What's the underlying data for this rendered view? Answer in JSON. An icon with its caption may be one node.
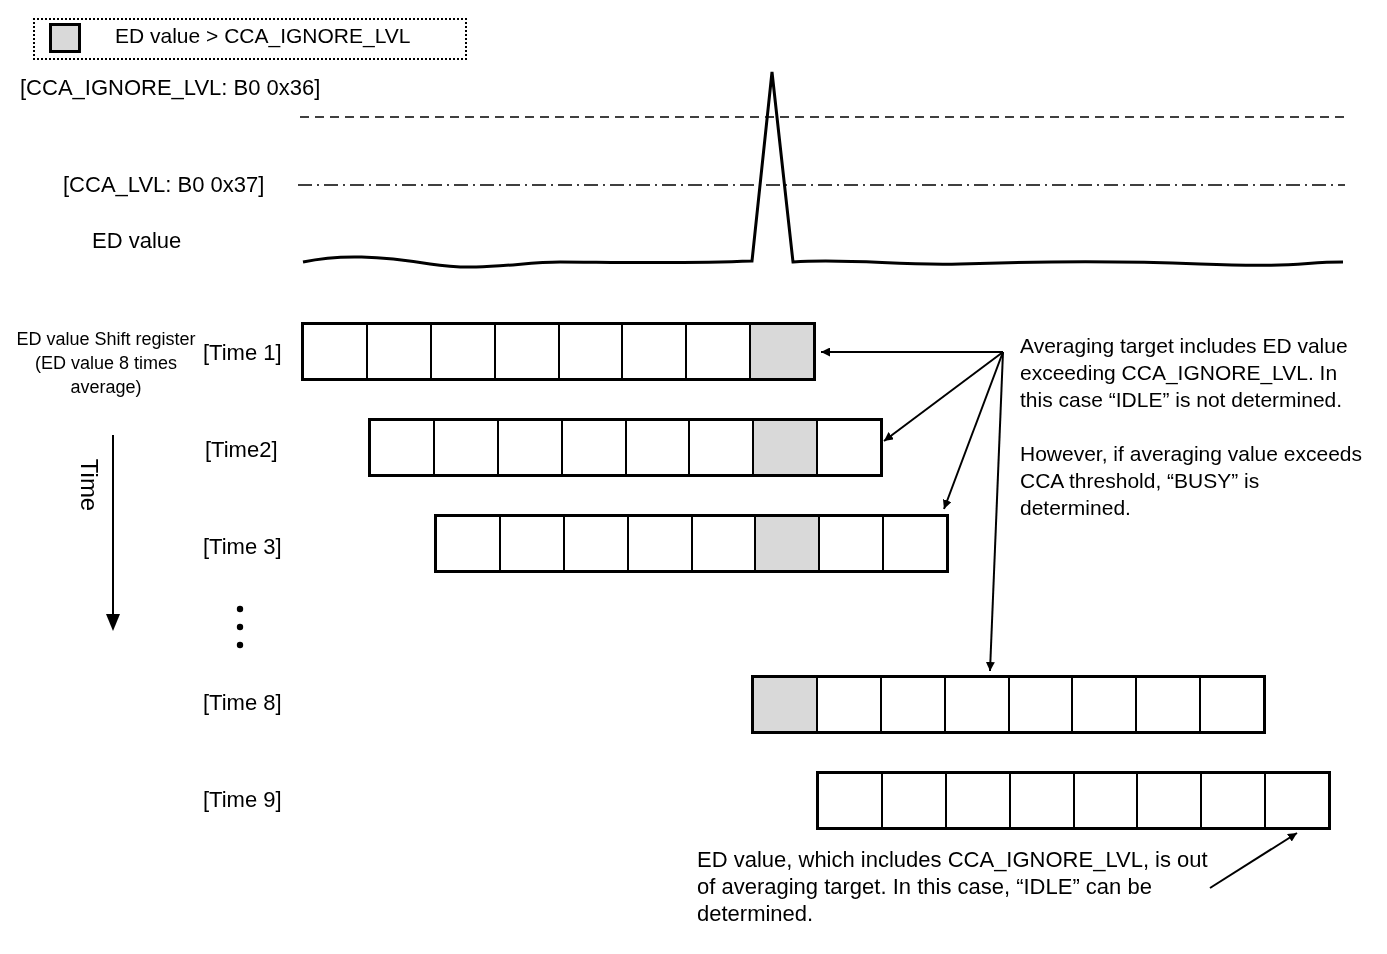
{
  "diagram": {
    "nodes": [
      {
        "text": [],
        "shape": "box"
      },
      {
        "text": [
          "Averaging target includes ED value exceeding CCA_IGNORE_LVL. In this case “IDLE” is not determined.",
          "However, if averaging value exceeds CCA threshold, “BUSY” is determined."
        ]
      },
      {
        "text": [],
        "shape": "box"
      },
      {
        "text": [],
        "shape": "box"
      },
      {
        "text": [],
        "shape": "box"
      },
      {
        "text": [],
        "shape": "box"
      },
      {
        "text": [
          "ED value, which includes CCA_IGNORE_LVL, is out of averaging target. In this case, “IDLE” can be determined."
        ]
      }
    ],
    "edges": [
      {
        "from": 1,
        "to": 0,
        "arrow": "to"
      },
      {
        "from": 1,
        "to": 2,
        "arrow": "to"
      },
      {
        "from": 1,
        "to": 3,
        "arrow": "to"
      },
      {
        "from": 1,
        "to": 4,
        "arrow": "to"
      },
      {
        "from": 6,
        "to": 5,
        "arrow": "to"
      }
    ],
    "labels": [
      "[CCA_IGNORE_LVL: B0 0x36]",
      "[CCA_LVL: B0 0x37]",
      "ED value",
      "ED value Shift register (ED value 8 times average)",
      "[Time 1]",
      "Time",
      "[Time2]",
      "[Time 3]",
      "[Time 8]",
      "[Time 9]"
    ],
    "legend": [
      {
        "text": "ED value > CCA_IGNORE_LVL",
        "color": "#d9d9d9"
      }
    ]
  }
}
